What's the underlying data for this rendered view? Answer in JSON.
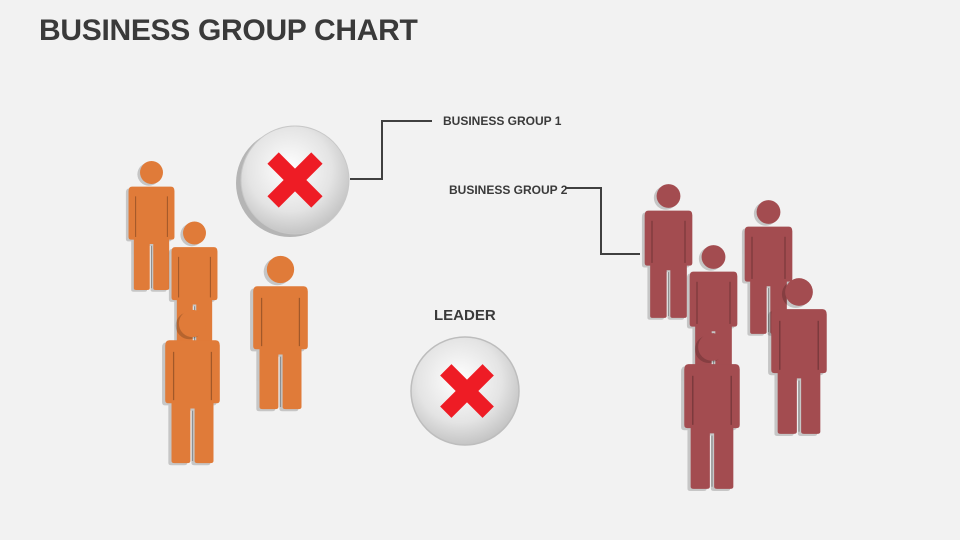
{
  "slide": {
    "title": "BUSINESS GROUP CHART"
  },
  "labels": {
    "group1": "BUSINESS GROUP 1",
    "group2": "BUSINESS GROUP 2",
    "leader": "LEADER"
  },
  "colors": {
    "group1_people": "#e07b39",
    "group2_people": "#a34c50",
    "cross": "#ee1c25",
    "connector": "#404040"
  },
  "icons": {
    "marker": "red-x-circle-icon",
    "person": "person-figure-icon"
  }
}
